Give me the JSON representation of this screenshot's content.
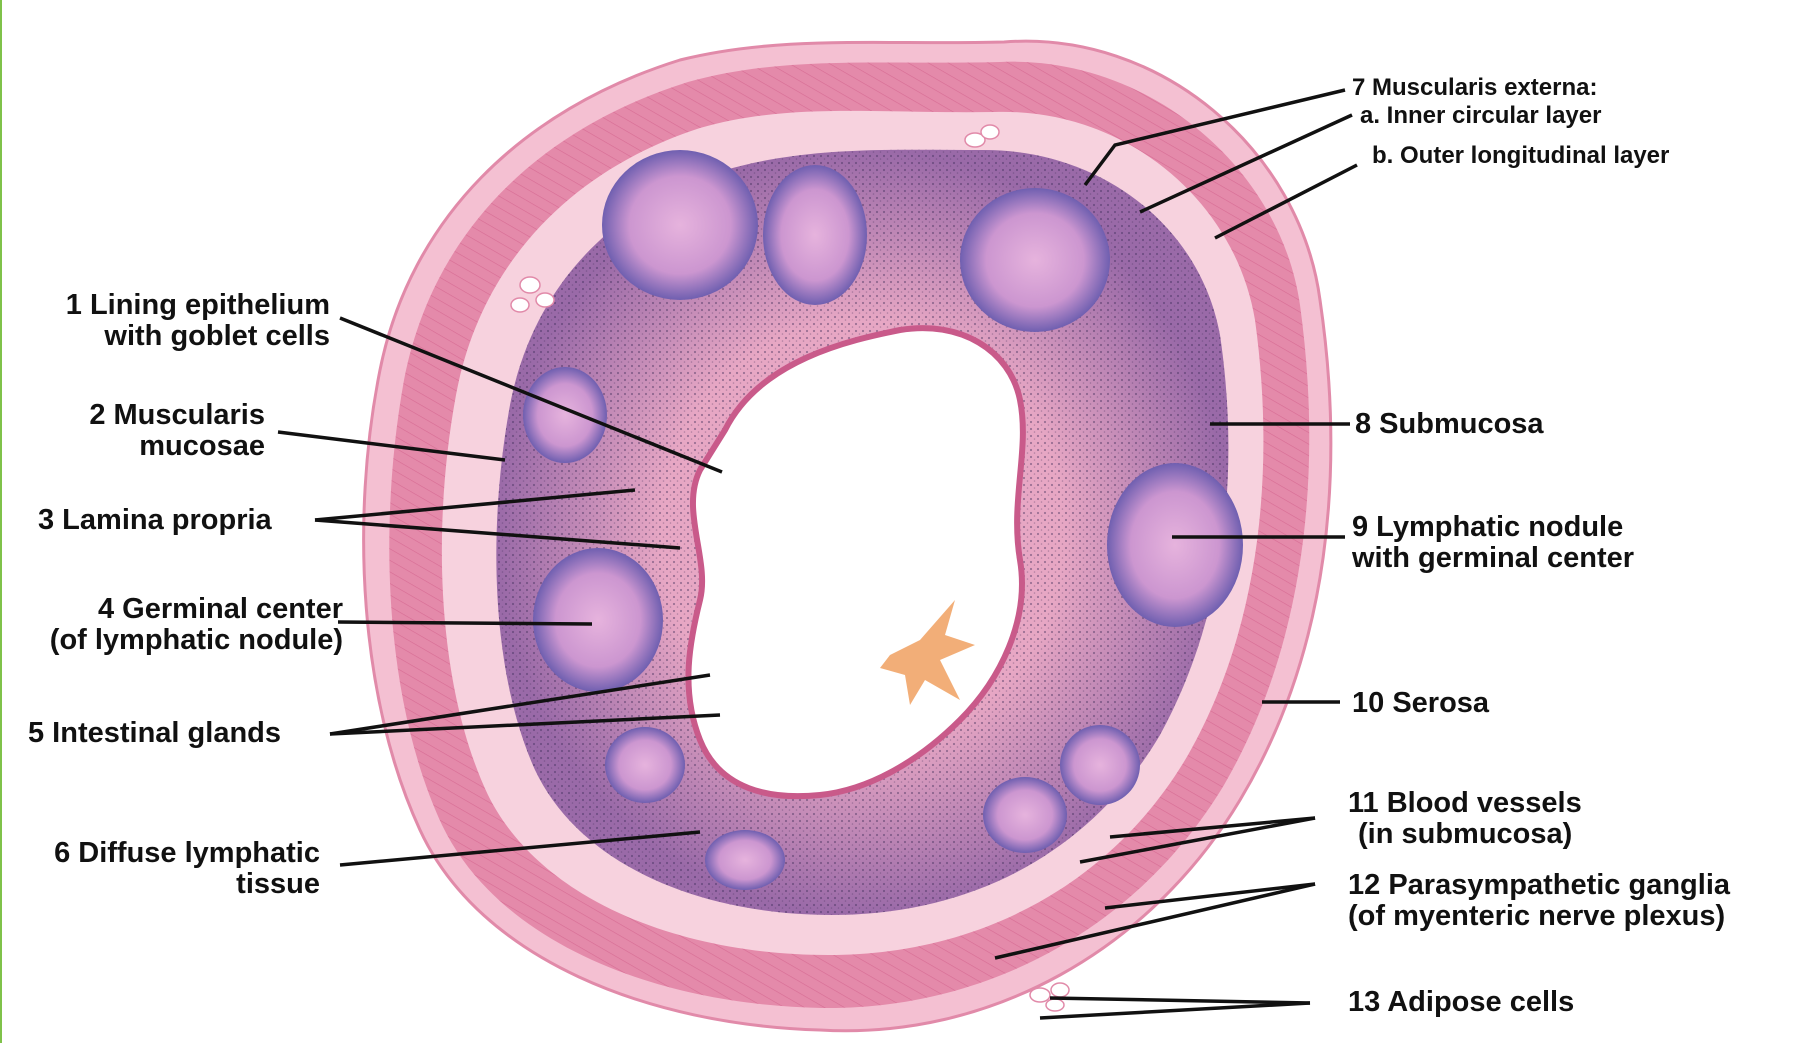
{
  "labels": {
    "l1": [
      "1 Lining epithelium",
      "with goblet cells"
    ],
    "l2": [
      "2 Muscularis",
      "mucosae"
    ],
    "l3": "3 Lamina propria",
    "l4": [
      "4 Germinal center",
      "(of lymphatic nodule)"
    ],
    "l5": "5 Intestinal glands",
    "l6": [
      "6 Diffuse lymphatic",
      "tissue"
    ],
    "l7": [
      "7 Muscularis externa:",
      "a. Inner circular layer",
      "b. Outer longitudinal layer"
    ],
    "l8": "8 Submucosa",
    "l9": [
      "9 Lymphatic nodule",
      "with germinal center"
    ],
    "l10": "10 Serosa",
    "l11": [
      "11 Blood vessels",
      "(in submucosa)"
    ],
    "l12": [
      "12 Parasympathetic ganglia",
      "(of myenteric nerve plexus)"
    ],
    "l13": "13 Adipose cells"
  },
  "colors": {
    "frame": "#7fc24a",
    "serosa": "#f2b3c8",
    "muscularis": "#e27a9c",
    "submucosa": "#f6cbd8",
    "mucosa": "#d98fb5",
    "nodule": "#b487c9",
    "germinal": "#dba6d4",
    "lumen": "#ffffff",
    "debris": "#f0a060"
  }
}
